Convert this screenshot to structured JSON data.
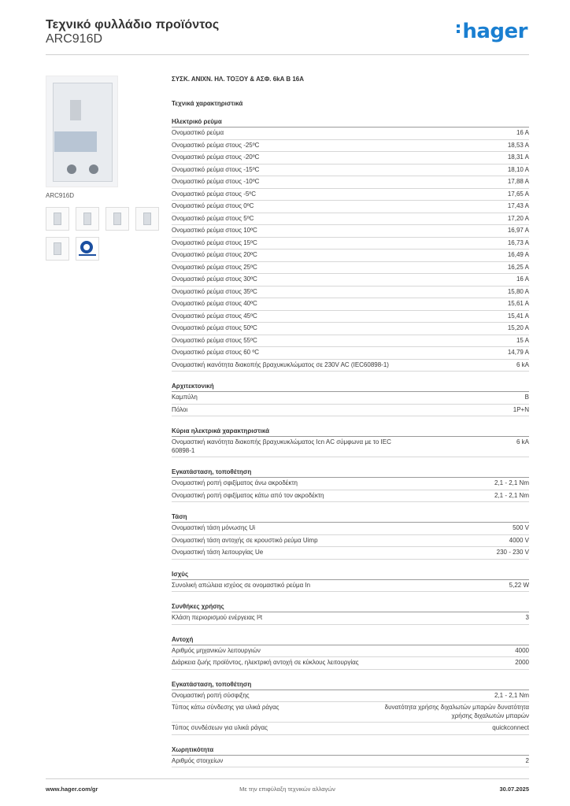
{
  "header": {
    "title": "Τεχνικό φυλλάδιο προϊόντος",
    "subtitle": "ARC916D",
    "logo": "hager",
    "brand_color": "#1a7fd1"
  },
  "left": {
    "image_caption": "ARC916D",
    "thumbnails": [
      "product-thumb",
      "product-thumb",
      "product-thumb",
      "product-thumb",
      "product-thumb",
      "quickconnect-logo"
    ]
  },
  "main": {
    "product_name": "ΣΥΣΚ. ΑΝΙΧΝ. ΗΛ. ΤΟΞΟΥ & ΑΣΦ. 6kA B 16A",
    "section_title": "Τεχνικά χαρακτηριστικά",
    "groups": [
      {
        "title": "Ηλεκτρικό ρεύμα",
        "rows": [
          {
            "k": "Ονομαστικό ρεύμα",
            "v": "16 A"
          },
          {
            "k": "Ονομαστικό ρεύμα στους -25ºC",
            "v": "18,53 A"
          },
          {
            "k": "Ονομαστικό ρεύμα στους -20ºC",
            "v": "18,31 A"
          },
          {
            "k": "Ονομαστικό ρεύμα στους -15ºC",
            "v": "18,10 A"
          },
          {
            "k": "Ονομαστικό ρεύμα στους -10ºC",
            "v": "17,88 A"
          },
          {
            "k": "Ονομαστικό ρεύμα στους -5ºC",
            "v": "17,65 A"
          },
          {
            "k": "Ονομαστικό ρεύμα στους 0ºC",
            "v": "17,43 A"
          },
          {
            "k": "Ονομαστικό ρεύμα στους 5ºC",
            "v": "17,20 A"
          },
          {
            "k": "Ονομαστικό ρεύμα στους 10ºC",
            "v": "16,97 A"
          },
          {
            "k": "Ονομαστικό ρεύμα στους 15ºC",
            "v": "16,73 A"
          },
          {
            "k": "Ονομαστικό ρεύμα στους 20ºC",
            "v": "16,49 A"
          },
          {
            "k": "Ονομαστικό ρεύμα στους 25ºC",
            "v": "16,25 A"
          },
          {
            "k": "Ονομαστικό ρεύμα στους 30ºC",
            "v": "16 A"
          },
          {
            "k": "Ονομαστικό ρεύμα στους 35ºC",
            "v": "15,80 A"
          },
          {
            "k": "Ονομαστικό ρεύμα στους 40ºC",
            "v": "15,61 A"
          },
          {
            "k": "Ονομαστικό ρεύμα στους 45ºC",
            "v": "15,41 A"
          },
          {
            "k": "Ονομαστικό ρεύμα στους 50ºC",
            "v": "15,20 A"
          },
          {
            "k": "Ονομαστικό ρεύμα στους 55ºC",
            "v": "15 A"
          },
          {
            "k": "Ονομαστικό ρεύμα στους 60 ºC",
            "v": "14,79 A"
          },
          {
            "k": "Ονομαστική ικανότητα διακοπής βραχυκυκλώματος σε 230V AC (IEC60898-1)",
            "v": "6 kA"
          }
        ]
      },
      {
        "title": "Αρχιτεκτονική",
        "rows": [
          {
            "k": "Καμπύλη",
            "v": "B"
          },
          {
            "k": "Πόλοι",
            "v": "1P+N"
          }
        ]
      },
      {
        "title": "Κύρια ηλεκτρικά χαρακτηριστικά",
        "rows": [
          {
            "k": "Ονομαστική ικανότητα διακοπής βραχυκυκλώματος Icn AC σύμφωνα με το IEC 60898-1",
            "v": "6 kA"
          }
        ]
      },
      {
        "title": "Εγκατάσταση, τοποθέτηση",
        "rows": [
          {
            "k": "Ονομαστική ροπή σφιξίματος άνω ακροδέκτη",
            "v": "2,1 - 2,1 Nm"
          },
          {
            "k": "Ονομαστική ροπή σφιξίματος κάτω από τον ακροδέκτη",
            "v": "2,1 - 2,1 Nm"
          }
        ]
      },
      {
        "title": "Τάση",
        "rows": [
          {
            "k": "Ονομαστική τάση μόνωσης Ui",
            "v": "500 V"
          },
          {
            "k": "Ονομαστική τάση αντοχής σε κρουστικό ρεύμα Uimp",
            "v": "4000 V"
          },
          {
            "k": "Ονομαστική τάση λειτουργίας Ue",
            "v": "230 - 230 V"
          }
        ]
      },
      {
        "title": "Ισχύς",
        "rows": [
          {
            "k": "Συνολική απώλεια ισχύος σε ονομαστικό ρεύμα In",
            "v": "5,22 W"
          }
        ]
      },
      {
        "title": "Συνθήκες χρήσης",
        "rows": [
          {
            "k": "Κλάση περιορισμού ενέργειας I²t",
            "v": "3"
          }
        ]
      },
      {
        "title": "Αντοχή",
        "rows": [
          {
            "k": "Αριθμός μηχανικών λειτουργιών",
            "v": "4000"
          },
          {
            "k": "Διάρκεια ζωής προϊόντος, ηλεκτρική αντοχή σε κύκλους λειτουργίας",
            "v": "2000"
          }
        ]
      },
      {
        "title": "Εγκατάσταση, τοποθέτηση",
        "rows": [
          {
            "k": "Ονομαστική ροπή σύσφιξης",
            "v": "2,1 - 2,1 Nm"
          },
          {
            "k": "Τύπος κάτω σύνδεσης για υλικά ράγας",
            "v": "δυνατότητα χρήσης διχαλωτών μπαρών δυνατότητα χρήσης διχαλωτών μπαρών"
          },
          {
            "k": "Τύπος συνδέσεων για υλικά ράγας",
            "v": "quickconnect"
          }
        ]
      },
      {
        "title": "Χωρητικότητα",
        "rows": [
          {
            "k": "Αριθμός στοιχείων",
            "v": "2"
          }
        ]
      }
    ]
  },
  "footer": {
    "website": "www.hager.com/gr",
    "note": "Με την επιφύλαξη τεχνικών αλλαγών",
    "date": "30.07.2025"
  }
}
